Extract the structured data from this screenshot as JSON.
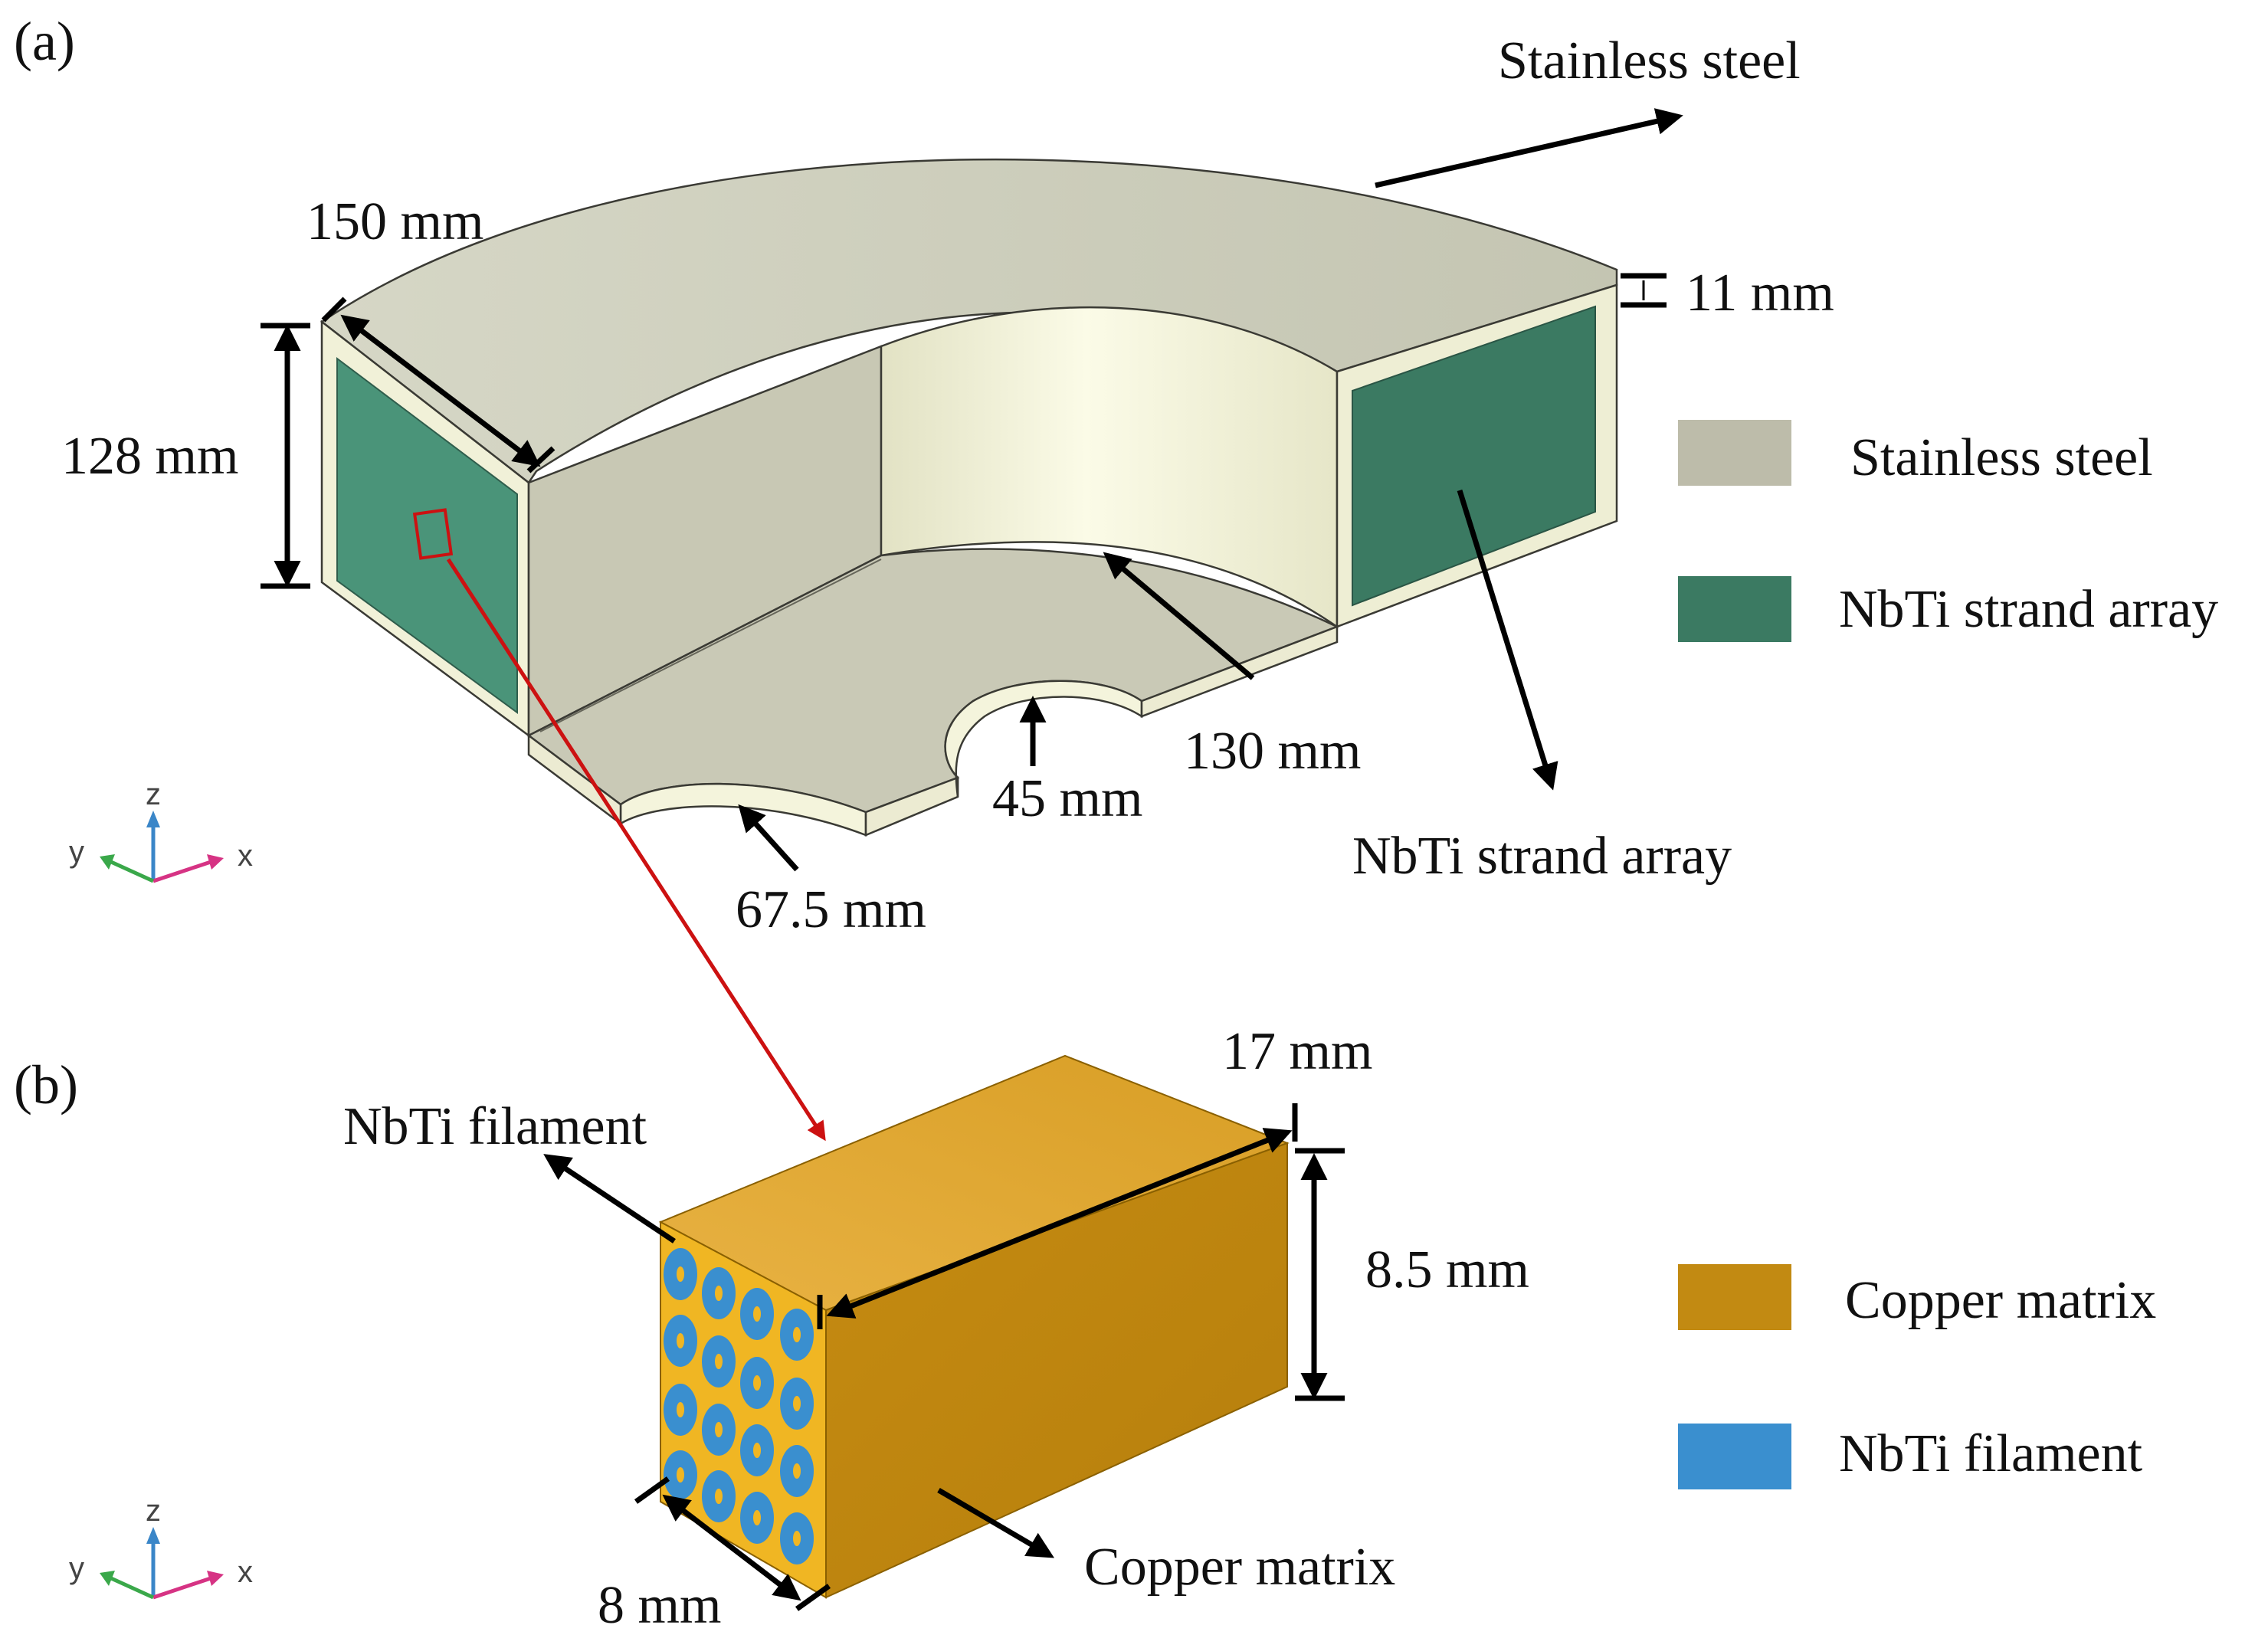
{
  "panels": {
    "a_label": "(a)",
    "b_label": "(b)"
  },
  "panel_a": {
    "callouts": {
      "stainless_steel": "Stainless steel",
      "nbti_strand_array": "NbTi strand array"
    },
    "dimensions": {
      "width": "150 mm",
      "height": "128 mm",
      "wall": "11 mm",
      "inner_radius": "130 mm",
      "cutout_small": "45 mm",
      "cutout_large": "67.5 mm"
    },
    "legend": [
      {
        "label": "Stainless steel",
        "color": "#bdbcaa"
      },
      {
        "label": "NbTi strand array",
        "color": "#3b7a62"
      }
    ]
  },
  "panel_b": {
    "callouts": {
      "nbti_filament": "NbTi filament",
      "copper_matrix": "Copper matrix"
    },
    "dimensions": {
      "length": "17 mm",
      "height": "8.5 mm",
      "width": "8 mm"
    },
    "legend": [
      {
        "label": "Copper matrix",
        "color": "#c28a12"
      },
      {
        "label": "NbTi filament",
        "color": "#3a8fcf"
      }
    ]
  },
  "axes": {
    "x": "x",
    "y": "y",
    "z": "z"
  },
  "colors": {
    "steel": "#c9c9b6",
    "steel_inner": "#f2f2dc",
    "nbti_array": "#3b7a62",
    "copper": "#c28a12",
    "filament": "#3a8fcf",
    "zoom_arrow": "#cc1111"
  }
}
